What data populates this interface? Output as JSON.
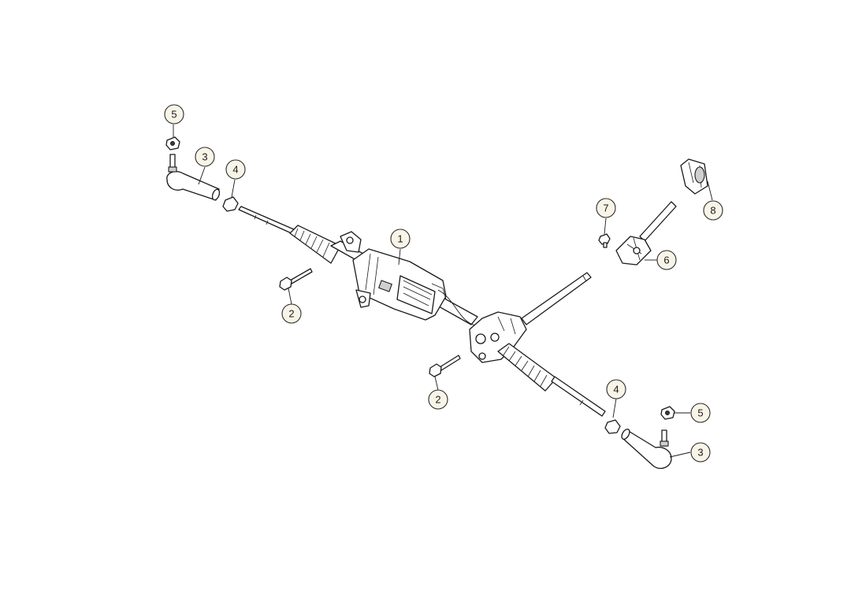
{
  "callouts": [
    {
      "id": "c1",
      "label": "1"
    },
    {
      "id": "c2a",
      "label": "2"
    },
    {
      "id": "c2b",
      "label": "2"
    },
    {
      "id": "c3a",
      "label": "3"
    },
    {
      "id": "c3b",
      "label": "3"
    },
    {
      "id": "c4a",
      "label": "4"
    },
    {
      "id": "c4b",
      "label": "4"
    },
    {
      "id": "c5a",
      "label": "5"
    },
    {
      "id": "c5b",
      "label": "5"
    },
    {
      "id": "c6",
      "label": "6"
    },
    {
      "id": "c7",
      "label": "7"
    },
    {
      "id": "c8",
      "label": "8"
    }
  ],
  "colors": {
    "callout_fill": "#f8f5e8",
    "line": "#1a1a1a",
    "background": "#ffffff"
  }
}
